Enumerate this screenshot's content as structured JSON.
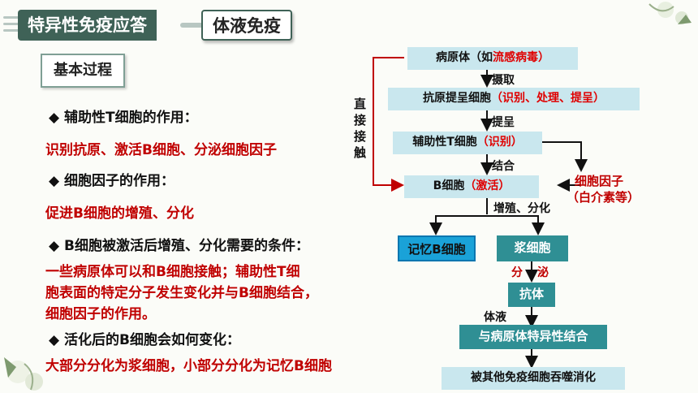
{
  "header": {
    "section": "特异性免疫应答",
    "topic": "体液免疫"
  },
  "basic_label": "基本过程",
  "left": {
    "q1": "◆ 辅助性T细胞的作用：",
    "a1": "识别抗原、激活B细胞、分泌细胞因子",
    "q2": "◆ 细胞因子的作用：",
    "a2": "促进B细胞的增殖、分化",
    "q3": "◆ B细胞被激活后增殖、分化需要的条件：",
    "a3_l1": "一些病原体可以和B细胞接触；辅助性T细",
    "a3_l2": "胞表面的特定分子发生变化并与B细胞结合，",
    "a3_l3": "细胞因子的作用。",
    "q4": "◆ 活化后的B细胞会如何变化：",
    "a4": "大部分分化为浆细胞，小部分分化为记忆B细胞"
  },
  "flow": {
    "pathogen_a": "病原体（如",
    "pathogen_b": "流感病毒）",
    "uptake": "摄取",
    "apc_a": "抗原提呈细胞",
    "apc_b": "（识别、处理、提呈）",
    "present": "提呈",
    "th_a": "辅助性T细胞",
    "th_b": "（识别）",
    "bind": "结合",
    "b_a": "B细胞",
    "b_b": "（激活）",
    "prolif": "增殖、分化",
    "cytokine_l1": "细胞因子",
    "cytokine_l2": "（白介素等）",
    "direct": [
      "直",
      "接",
      "接",
      "触"
    ],
    "memory": "记忆B细胞",
    "plasma": "浆细胞",
    "secrete_a": "分",
    "secrete_b": "泌",
    "antibody": "抗体",
    "fluid": "体液",
    "combine": "与病原体特异性结合",
    "digest": "被其他免疫细胞吞噬消化"
  },
  "colors": {
    "accent": "#3f6257",
    "box": "#c9e7ee",
    "teal": "#2f8f94",
    "blue": "#1aa2d8",
    "red": "#c00000"
  }
}
